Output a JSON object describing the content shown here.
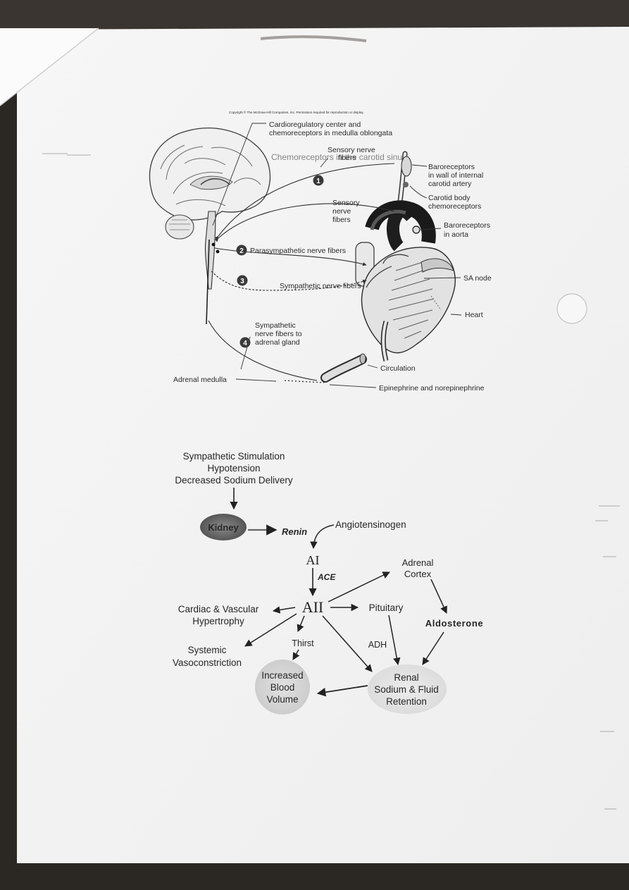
{
  "copyright": "Copyright © The McGraw-Hill Companies, Inc. Permission required for reproduction or display.",
  "showthrough": "Chemoreceptors in the carotid sinus",
  "anatomy": {
    "labels": {
      "cardio_center_1": "Cardioregulatory center and",
      "cardio_center_2": "chemoreceptors in medulla oblongata",
      "sensory_upper_1": "Sensory nerve",
      "sensory_upper_2": "fibers",
      "baro_carotid_1": "Baroreceptors",
      "baro_carotid_2": "in wall of internal",
      "baro_carotid_3": "carotid artery",
      "carotid_body_1": "Carotid body",
      "carotid_body_2": "chemoreceptors",
      "sensory_lower_1": "Sensory",
      "sensory_lower_2": "nerve",
      "sensory_lower_3": "fibers",
      "baro_aorta_1": "Baroreceptors",
      "baro_aorta_2": "in aorta",
      "parasympathetic": "Parasympathetic nerve fibers",
      "sympathetic": "Sympathetic nerve fibers",
      "sa_node": "SA node",
      "heart": "Heart",
      "symp_adrenal_1": "Sympathetic",
      "symp_adrenal_2": "nerve fibers to",
      "symp_adrenal_3": "adrenal gland",
      "circulation": "Circulation",
      "adrenal_medulla": "Adrenal medulla",
      "epinephrine": "Epinephrine and norepinephrine"
    },
    "steps": [
      "1",
      "2",
      "3",
      "4"
    ]
  },
  "raas": {
    "trigger_1": "Sympathetic Stimulation",
    "trigger_2": "Hypotension",
    "trigger_3": "Decreased Sodium Delivery",
    "kidney": "Kidney",
    "renin": "Renin",
    "angiotensinogen": "Angiotensinogen",
    "ai": "AI",
    "ace": "ACE",
    "aii": "AII",
    "adrenal_cortex_1": "Adrenal",
    "adrenal_cortex_2": "Cortex",
    "cardiac_1": "Cardiac & Vascular",
    "cardiac_2": "Hypertrophy",
    "pituitary": "Pituitary",
    "aldosterone": "Aldosterone",
    "thirst": "Thirst",
    "adh": "ADH",
    "systemic_1": "Systemic",
    "systemic_2": "Vasoconstriction",
    "renal_1": "Renal",
    "renal_2": "Sodium & Fluid",
    "renal_3": "Retention",
    "blood_1": "Increased",
    "blood_2": "Blood",
    "blood_3": "Volume"
  }
}
